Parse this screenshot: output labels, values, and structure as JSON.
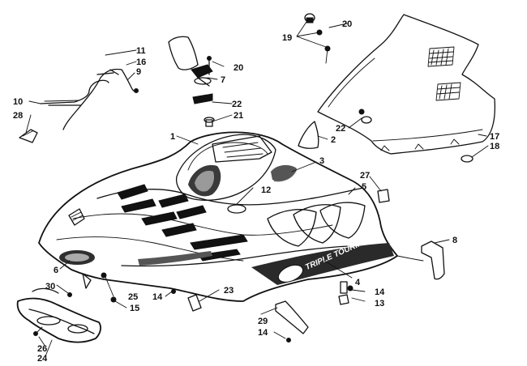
{
  "callouts": [
    {
      "id": "c1",
      "text": "1"
    },
    {
      "id": "c2",
      "text": "2"
    },
    {
      "id": "c3",
      "text": "3"
    },
    {
      "id": "c4",
      "text": "4"
    },
    {
      "id": "c5",
      "text": "5"
    },
    {
      "id": "c6",
      "text": "6"
    },
    {
      "id": "c7",
      "text": "7"
    },
    {
      "id": "c8",
      "text": "8"
    },
    {
      "id": "c9",
      "text": "9"
    },
    {
      "id": "c10",
      "text": "10"
    },
    {
      "id": "c11",
      "text": "11"
    },
    {
      "id": "c12",
      "text": "12"
    },
    {
      "id": "c13",
      "text": "13"
    },
    {
      "id": "c14a",
      "text": "14"
    },
    {
      "id": "c14b",
      "text": "14"
    },
    {
      "id": "c14c",
      "text": "14"
    },
    {
      "id": "c15",
      "text": "15"
    },
    {
      "id": "c16",
      "text": "16"
    },
    {
      "id": "c17",
      "text": "17"
    },
    {
      "id": "c18",
      "text": "18"
    },
    {
      "id": "c19",
      "text": "19"
    },
    {
      "id": "c20a",
      "text": "20"
    },
    {
      "id": "c20b",
      "text": "20"
    },
    {
      "id": "c21",
      "text": "21"
    },
    {
      "id": "c22a",
      "text": "22"
    },
    {
      "id": "c22b",
      "text": "22"
    },
    {
      "id": "c23",
      "text": "23"
    },
    {
      "id": "c24",
      "text": "24"
    },
    {
      "id": "c25",
      "text": "25"
    },
    {
      "id": "c26",
      "text": "26"
    },
    {
      "id": "c27",
      "text": "27"
    },
    {
      "id": "c28",
      "text": "28"
    },
    {
      "id": "c29",
      "text": "29"
    },
    {
      "id": "c30",
      "text": "30"
    }
  ],
  "decal_text": "TRIPLE TOURING"
}
